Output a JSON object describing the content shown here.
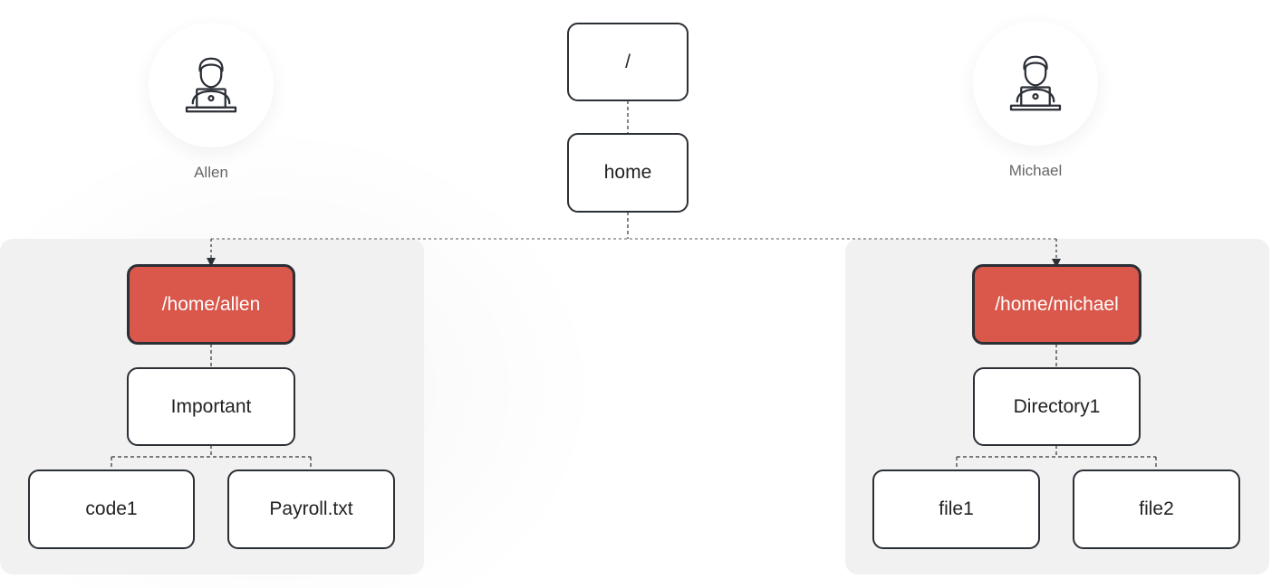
{
  "users": {
    "allen": {
      "name": "Allen",
      "icon": "user-at-laptop-icon"
    },
    "michael": {
      "name": "Michael",
      "icon": "user-at-laptop-icon"
    }
  },
  "tree": {
    "root": "/",
    "home": "home",
    "allen": {
      "home_dir": "/home/allen",
      "subdir": "Important",
      "files": [
        "code1",
        "Payroll.txt"
      ]
    },
    "michael": {
      "home_dir": "/home/michael",
      "subdir": "Directory1",
      "files": [
        "file1",
        "file2"
      ]
    }
  },
  "colors": {
    "highlight": "#d9574b",
    "border": "#2b2f36",
    "panel": "#f1f1f1"
  }
}
